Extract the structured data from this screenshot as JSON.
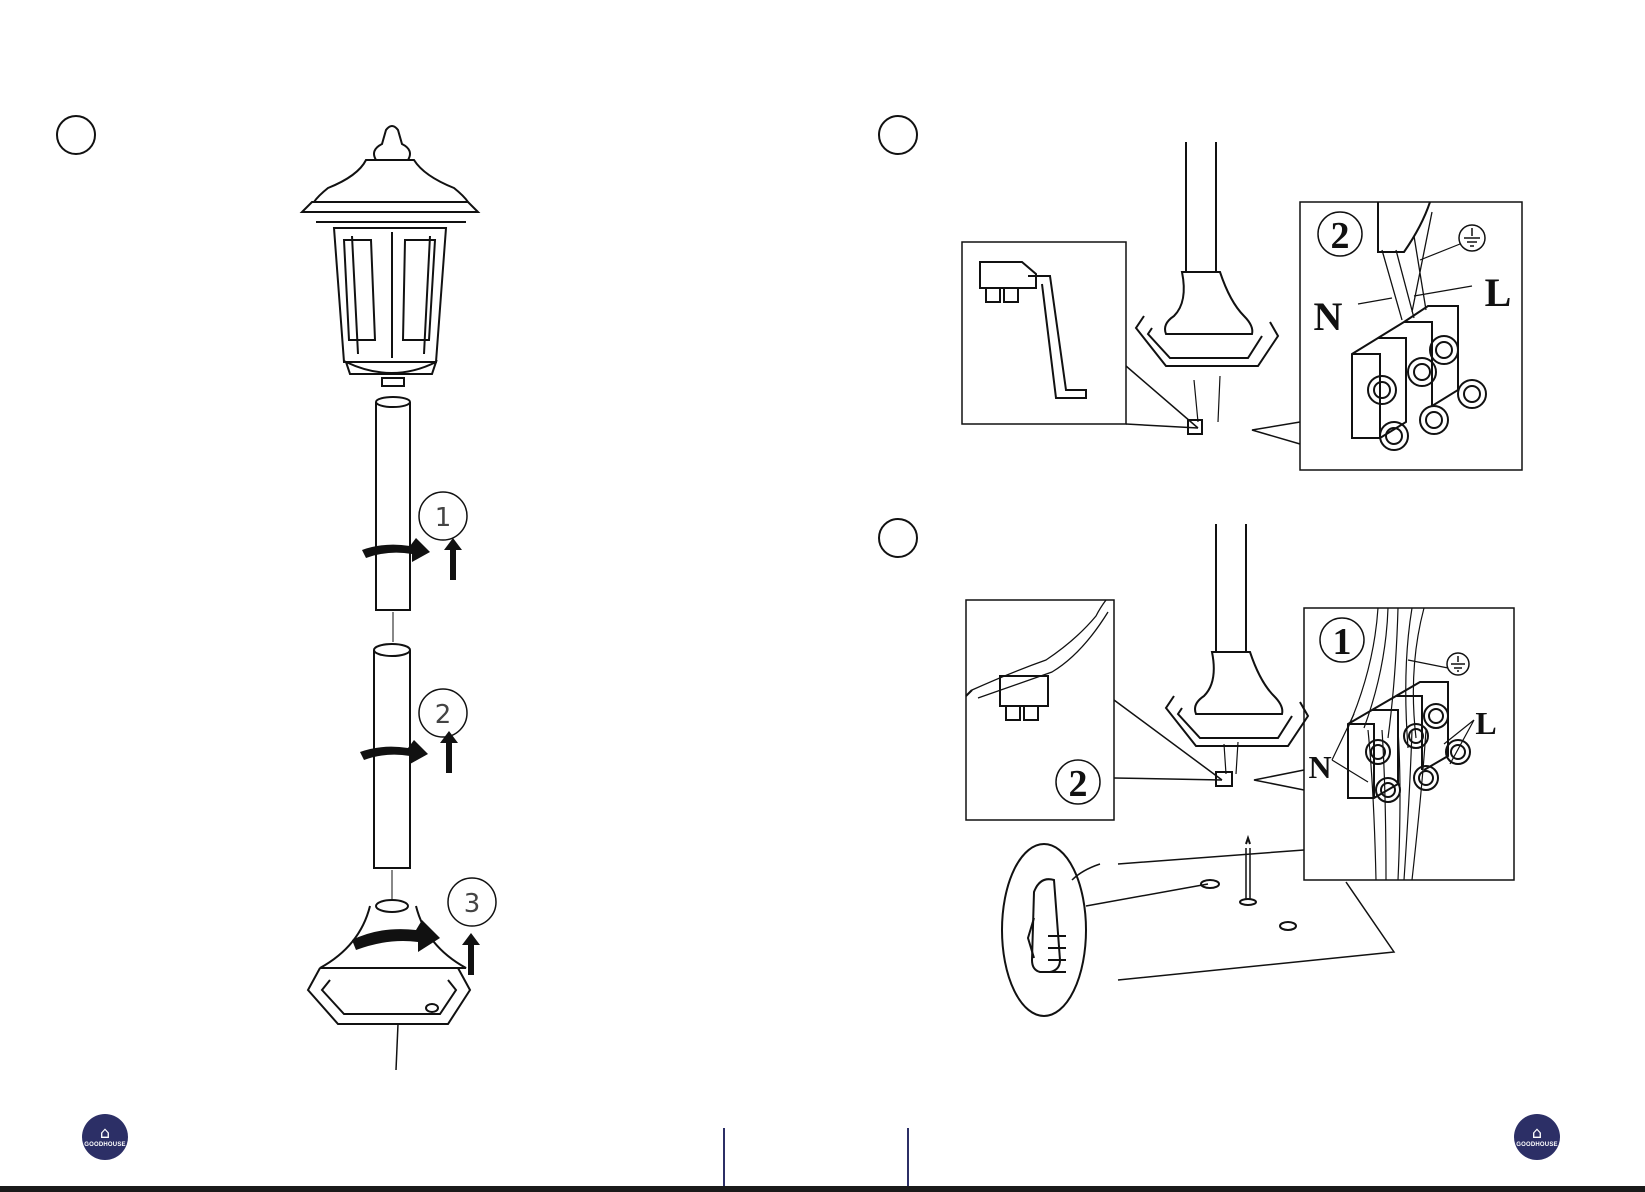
{
  "brand": {
    "name": "GOODHOUSE",
    "color": "#2c2f66"
  },
  "steps": {
    "assembly": {
      "markers": [
        "1",
        "2",
        "3"
      ]
    },
    "wiring": {
      "inset_label": "2",
      "neutral_label": "N",
      "live_label": "L"
    },
    "mounting": {
      "inset_label_right": "1",
      "inset_label_left": "2",
      "neutral_label": "N",
      "live_label": "L"
    }
  },
  "icons": [
    "earth-ground-icon",
    "house-icon",
    "rotate-arrow-icon",
    "up-arrow-icon"
  ]
}
